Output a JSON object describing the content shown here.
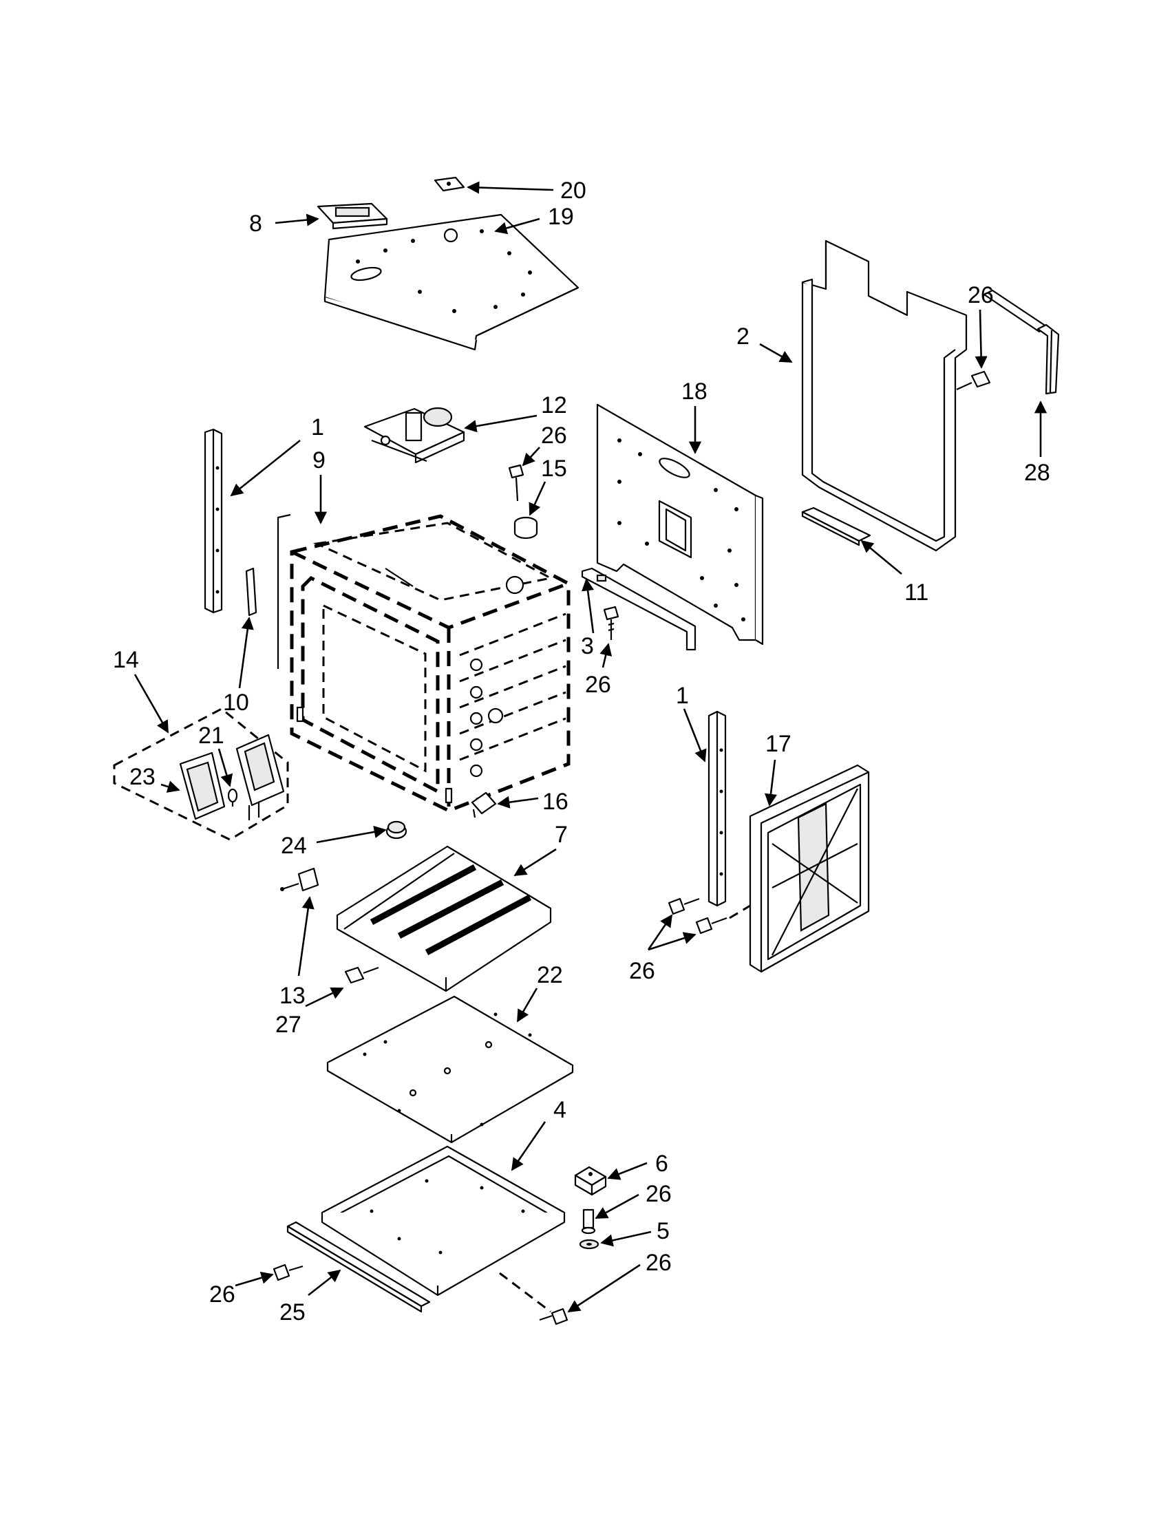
{
  "callouts": [
    {
      "id": "c-20",
      "text": "20"
    },
    {
      "id": "c-8",
      "text": "8"
    },
    {
      "id": "c-19",
      "text": "19"
    },
    {
      "id": "c-26a",
      "text": "26"
    },
    {
      "id": "c-2",
      "text": "2"
    },
    {
      "id": "c-12",
      "text": "12"
    },
    {
      "id": "c-26b",
      "text": "26"
    },
    {
      "id": "c-18",
      "text": "18"
    },
    {
      "id": "c-1a",
      "text": "1"
    },
    {
      "id": "c-15",
      "text": "15"
    },
    {
      "id": "c-28",
      "text": "28"
    },
    {
      "id": "c-9",
      "text": "9"
    },
    {
      "id": "c-11",
      "text": "11"
    },
    {
      "id": "c-3",
      "text": "3"
    },
    {
      "id": "c-14",
      "text": "14"
    },
    {
      "id": "c-26c",
      "text": "26"
    },
    {
      "id": "c-10",
      "text": "10"
    },
    {
      "id": "c-1b",
      "text": "1"
    },
    {
      "id": "c-21",
      "text": "21"
    },
    {
      "id": "c-17",
      "text": "17"
    },
    {
      "id": "c-23",
      "text": "23"
    },
    {
      "id": "c-16",
      "text": "16"
    },
    {
      "id": "c-24",
      "text": "24"
    },
    {
      "id": "c-7",
      "text": "7"
    },
    {
      "id": "c-26d",
      "text": "26"
    },
    {
      "id": "c-13",
      "text": "13"
    },
    {
      "id": "c-27",
      "text": "27"
    },
    {
      "id": "c-22",
      "text": "22"
    },
    {
      "id": "c-4",
      "text": "4"
    },
    {
      "id": "c-6",
      "text": "6"
    },
    {
      "id": "c-26e",
      "text": "26"
    },
    {
      "id": "c-5",
      "text": "5"
    },
    {
      "id": "c-26f",
      "text": "26"
    },
    {
      "id": "c-26g",
      "text": "26"
    },
    {
      "id": "c-25",
      "text": "25"
    }
  ]
}
